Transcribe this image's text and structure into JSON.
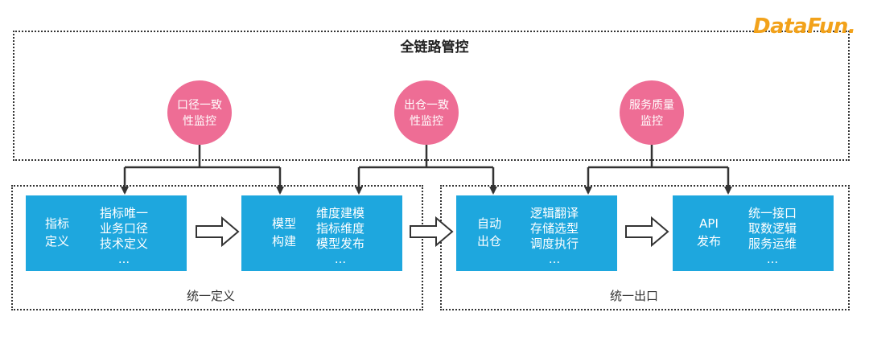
{
  "logo": "DataFun.",
  "outer_title": "全链路管控",
  "monitors": [
    "口径一致\n性监控",
    "出仓一致\n性监控",
    "服务质量\n监控"
  ],
  "stages": [
    {
      "name": "指标\n定义",
      "details": "指标唯一\n业务口径\n技术定义\n..."
    },
    {
      "name": "模型\n构建",
      "details": "维度建模\n指标维度\n模型发布\n..."
    },
    {
      "name": "自动\n出仓",
      "details": "逻辑翻译\n存储选型\n调度执行\n..."
    },
    {
      "name": "API\n发布",
      "details": "统一接口\n取数逻辑\n服务运维\n..."
    }
  ],
  "groups": [
    "统一定义",
    "统一出口"
  ],
  "colors": {
    "monitor": "#ee6d95",
    "stage": "#1ea7de",
    "border": "#333333"
  }
}
